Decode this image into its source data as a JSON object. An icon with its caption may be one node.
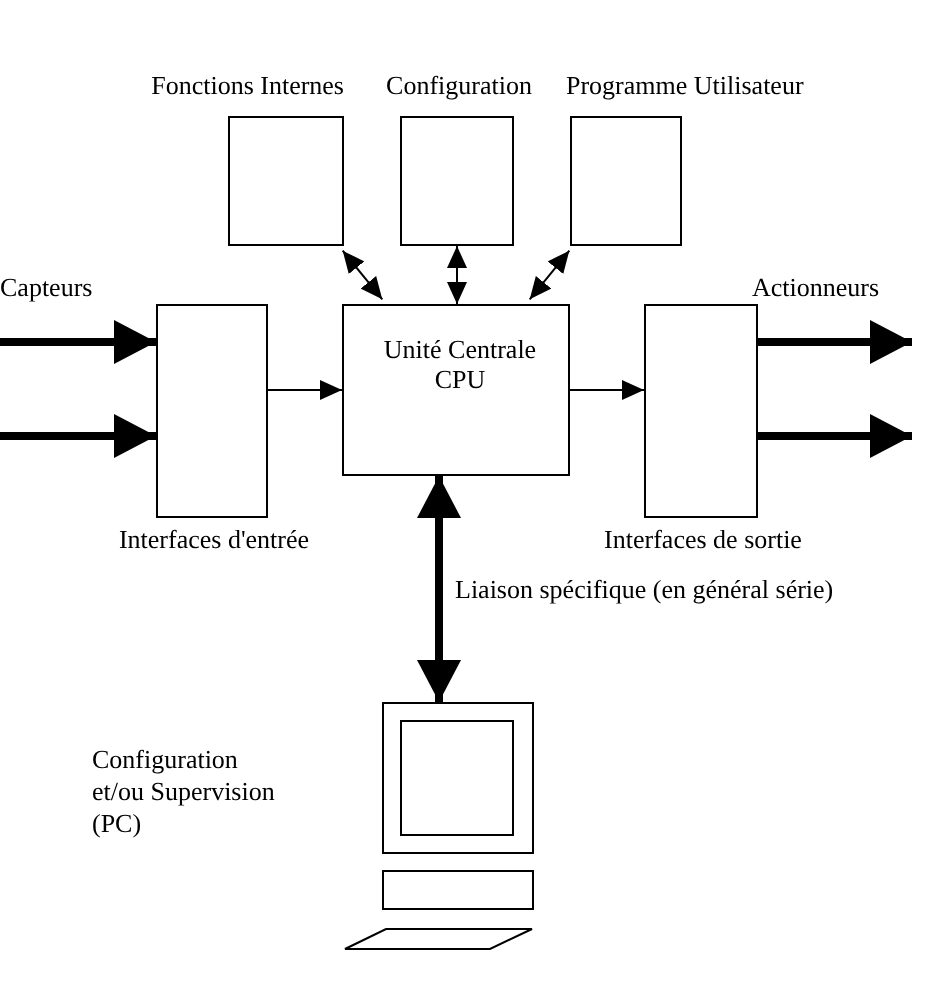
{
  "diagram": {
    "nodes": [
      {
        "text": [
          "Fonctions Internes"
        ]
      },
      {
        "text": [
          "Configuration"
        ]
      },
      {
        "text": [
          "Programme Utilisateur"
        ]
      },
      {
        "text": [
          "Interfaces d'entrée"
        ]
      },
      {
        "text": [
          "Unité Centrale CPU"
        ]
      },
      {
        "text": [
          "Interfaces de sortie"
        ]
      },
      {
        "text": [],
        "shape": "picture",
        "beside": [
          "Configuration et/ou Supervision (PC)"
        ]
      }
    ],
    "edges": [
      {
        "from": 0,
        "to": 4,
        "arrow": "both"
      },
      {
        "from": 1,
        "to": 4,
        "arrow": "both"
      },
      {
        "from": 2,
        "to": 4,
        "arrow": "both"
      },
      {
        "from": 3,
        "to": 4,
        "arrow": "to"
      },
      {
        "from": 4,
        "to": 5,
        "arrow": "to"
      },
      {
        "from": null,
        "to": 3,
        "arrow": "to",
        "style": "thick"
      },
      {
        "from": null,
        "to": 3,
        "arrow": "to",
        "style": "thick"
      },
      {
        "from": 5,
        "to": null,
        "arrow": "to",
        "style": "thick"
      },
      {
        "from": 5,
        "to": null,
        "arrow": "to",
        "style": "thick"
      },
      {
        "from": 4,
        "to": 6,
        "arrow": "both",
        "style": "thick",
        "label": "Liaison spécifique (en général série)"
      }
    ],
    "labels": [
      "Capteurs",
      "Actionneurs"
    ]
  }
}
